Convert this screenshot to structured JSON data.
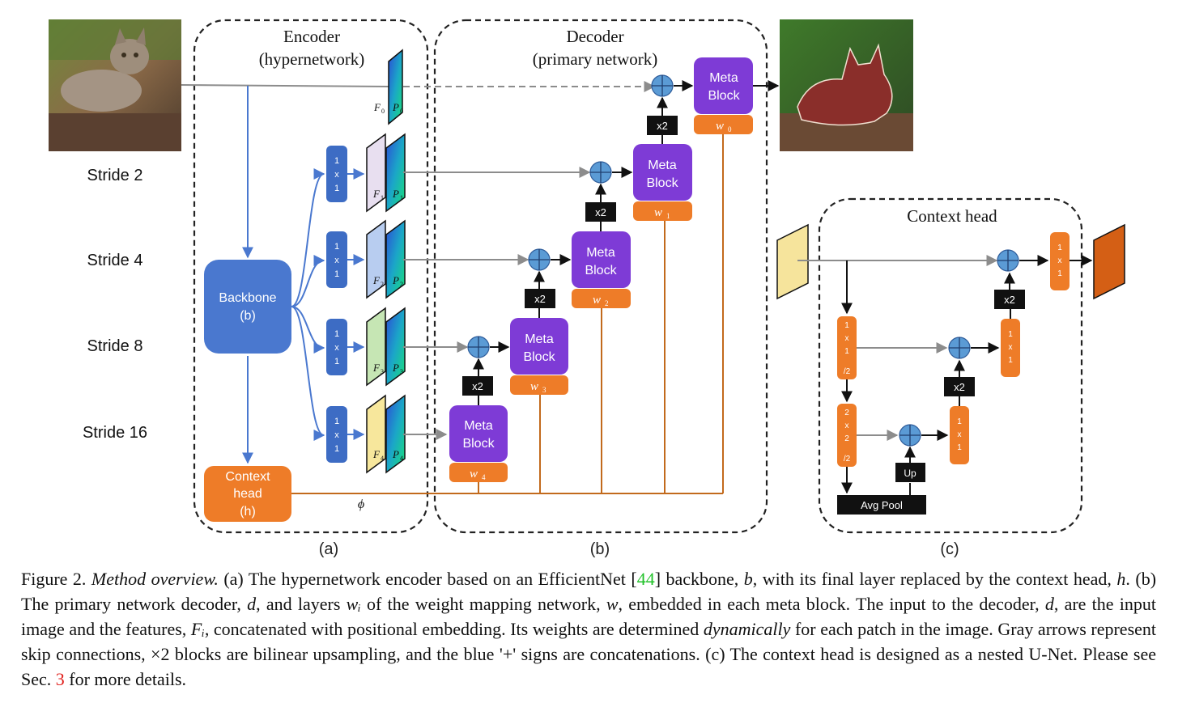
{
  "encoder": {
    "title": "Encoder",
    "subtitle": "(hypernetwork)",
    "panel_label": "(a)"
  },
  "decoder": {
    "title": "Decoder",
    "subtitle": "(primary network)",
    "panel_label": "(b)"
  },
  "context_panel": {
    "title": "Context head",
    "panel_label": "(c)"
  },
  "strides": [
    "Stride 2",
    "Stride 4",
    "Stride 8",
    "Stride 16"
  ],
  "backbone": {
    "line1": "Backbone",
    "line2": "(b)"
  },
  "context_head_box": {
    "line1": "Context",
    "line2": "head",
    "line3": "(h)"
  },
  "phi": "ϕ",
  "conv_1x1": [
    "1",
    "x",
    "1"
  ],
  "feature_labels": {
    "f0": "F",
    "p0": "P",
    "f1": "F",
    "p1": "P",
    "f2": "F",
    "p2": "P",
    "f3": "F",
    "p3": "P",
    "f4": "F",
    "p4": "P",
    "sub0": "0",
    "sub1": "1",
    "sub2": "2",
    "sub3": "3",
    "sub4": "4"
  },
  "meta_block": {
    "line1": "Meta",
    "line2": "Block"
  },
  "weights": {
    "w": "w",
    "sub0": "0",
    "sub1": "1",
    "sub2": "2",
    "sub3": "3",
    "sub4": "4"
  },
  "upsample_label": "x2",
  "context_detail": {
    "down1": [
      "1",
      "x",
      "1",
      "/2"
    ],
    "down2": [
      "2",
      "x",
      "2",
      "/2"
    ],
    "avg_pool": "Avg Pool",
    "up": "Up",
    "out_conv": [
      "1",
      "x",
      "1"
    ]
  },
  "images": {
    "input": "cat photo",
    "output": "segmentation mask overlay"
  },
  "colors": {
    "meta_block": "#7e3bd6",
    "weight_tab": "#ee7c28",
    "backbone": "#4a78cf",
    "conv": "#3d6cc4",
    "context_orange": "#ee7c28",
    "plus_node": "#5b9bd5",
    "black_box": "#111111",
    "orange_line": "#c26a1c",
    "gray_arrow": "#8c8c8c",
    "blue_arrow": "#4a78cf"
  },
  "caption": {
    "fig": "Figure 2.",
    "title": "Method overview.",
    "t1": "(a) The hypernetwork encoder based on an EfficientNet [",
    "ref44": "44",
    "t2": "] backbone,",
    "b": "b",
    "t3": ", with its final layer replaced by the context head,",
    "h": "h",
    "t4": ". (b) The primary network decoder,",
    "d1": "d",
    "t5": ", and layers",
    "wi": "wᵢ",
    "t6": "of the weight mapping network,",
    "w": "w",
    "t7": ", embedded in each meta block. The input to the decoder,",
    "d2": "d",
    "t8": ", are the input image and the features,",
    "fi": "Fᵢ",
    "t9": ", concatenated with positional embedding. Its weights are determined",
    "dynamically": "dynamically",
    "t10": "for each patch in the image. Gray arrows represent skip connections, ×2 blocks are bilinear upsampling, and the blue '+' signs are concatenations. (c) The context head is designed as a nested U-Net. Please see Sec.",
    "ref3": "3",
    "t11": "for more details."
  }
}
